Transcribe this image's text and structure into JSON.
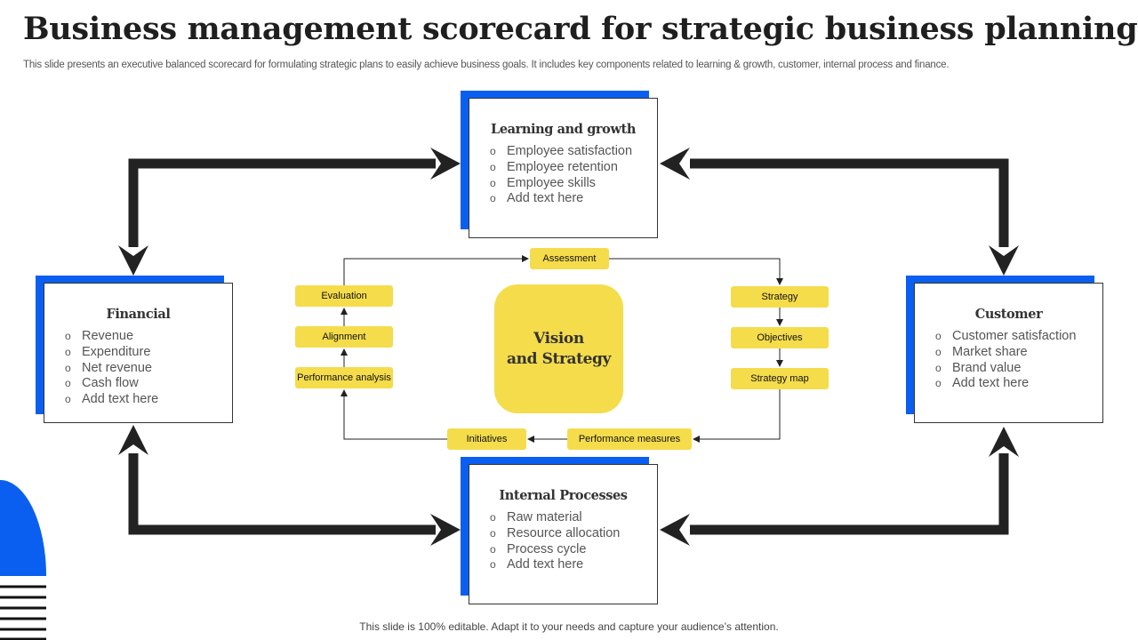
{
  "header": {
    "title": "Business management scorecard for strategic business planning",
    "subtitle": "This slide presents an executive balanced scorecard for formulating strategic plans to easily achieve business goals. It includes key components related to learning & growth, customer, internal process and finance."
  },
  "cards": {
    "learning": {
      "title": "Learning and growth",
      "items": [
        "Employee satisfaction",
        "Employee retention",
        "Employee skills",
        "Add text here"
      ]
    },
    "financial": {
      "title": "Financial",
      "items": [
        "Revenue",
        "Expenditure",
        "Net revenue",
        "Cash flow",
        "Add text here"
      ]
    },
    "customer": {
      "title": "Customer",
      "items": [
        "Customer satisfaction",
        "Market share",
        "Brand value",
        "Add text here"
      ]
    },
    "internal": {
      "title": "Internal Processes",
      "items": [
        "Raw material",
        "Resource allocation",
        "Process cycle",
        "Add text here"
      ]
    }
  },
  "center": {
    "line1": "Vision",
    "line2": "and Strategy"
  },
  "cycle": {
    "assessment": "Assessment",
    "strategy": "Strategy",
    "objectives": "Objectives",
    "strategy_map": "Strategy map",
    "performance_measures": "Performance measures",
    "initiatives": "Initiatives",
    "performance_analysis": "Performance analysis",
    "alignment": "Alignment",
    "evaluation": "Evaluation"
  },
  "footer": "This slide is 100% editable. Adapt it to your needs and capture your audience’s attention.",
  "colors": {
    "accent_blue": "#0a5ff0",
    "accent_yellow": "#f5dc4b",
    "arrow_dark": "#222222"
  }
}
